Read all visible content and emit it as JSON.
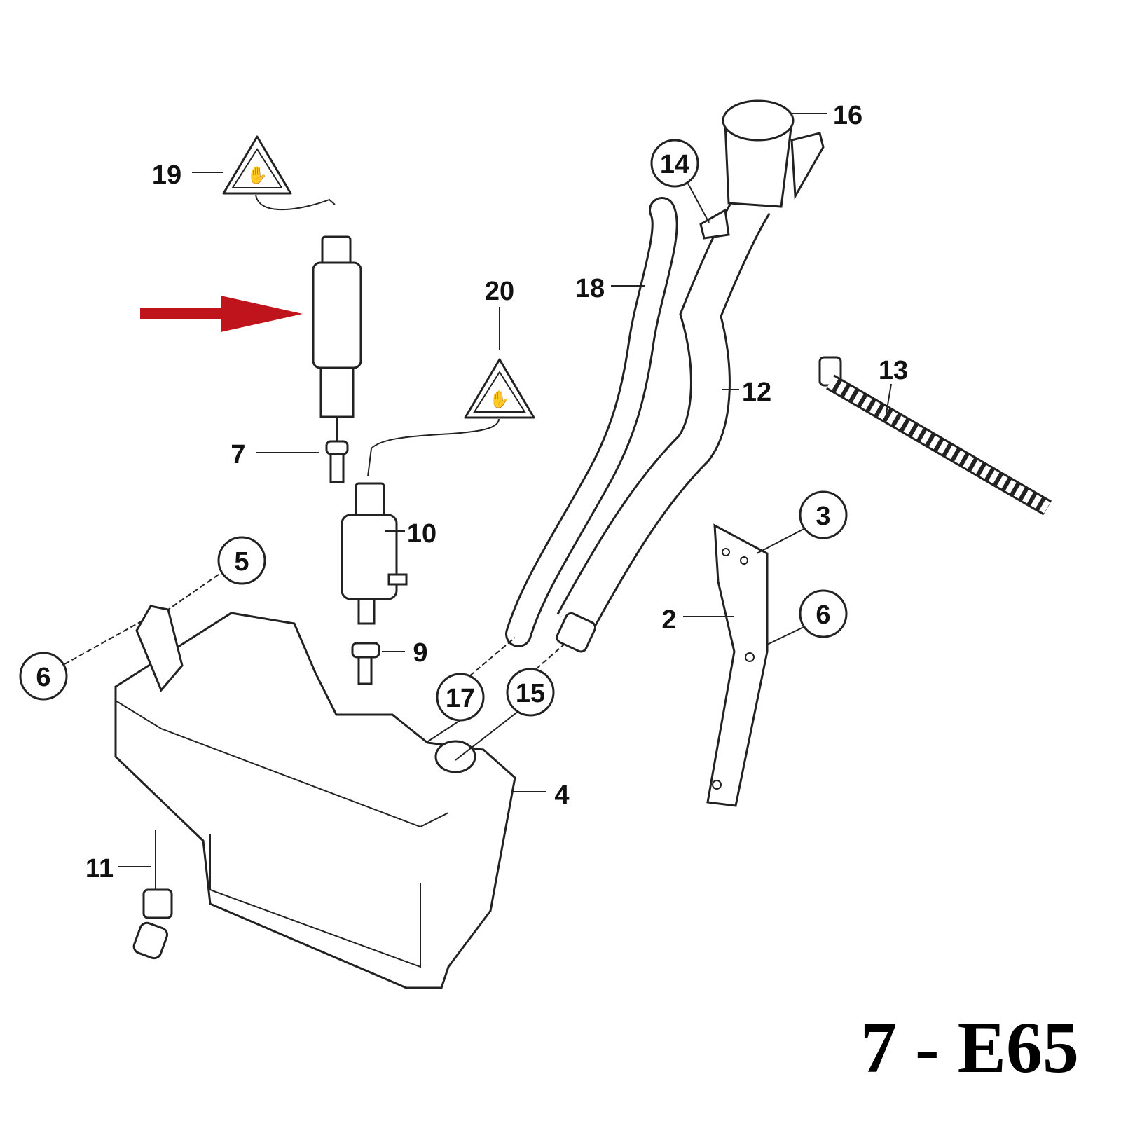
{
  "diagram_title": "7 - E65",
  "arrow_color": "#c0141c",
  "callouts": {
    "c2": "2",
    "c3": "3",
    "c4": "4",
    "c5": "5",
    "c6a": "6",
    "c6b": "6",
    "c7": "7",
    "c9": "9",
    "c10": "10",
    "c11": "11",
    "c12": "12",
    "c13": "13",
    "c14": "14",
    "c15": "15",
    "c16": "16",
    "c17": "17",
    "c18": "18",
    "c19": "19",
    "c20": "20"
  }
}
